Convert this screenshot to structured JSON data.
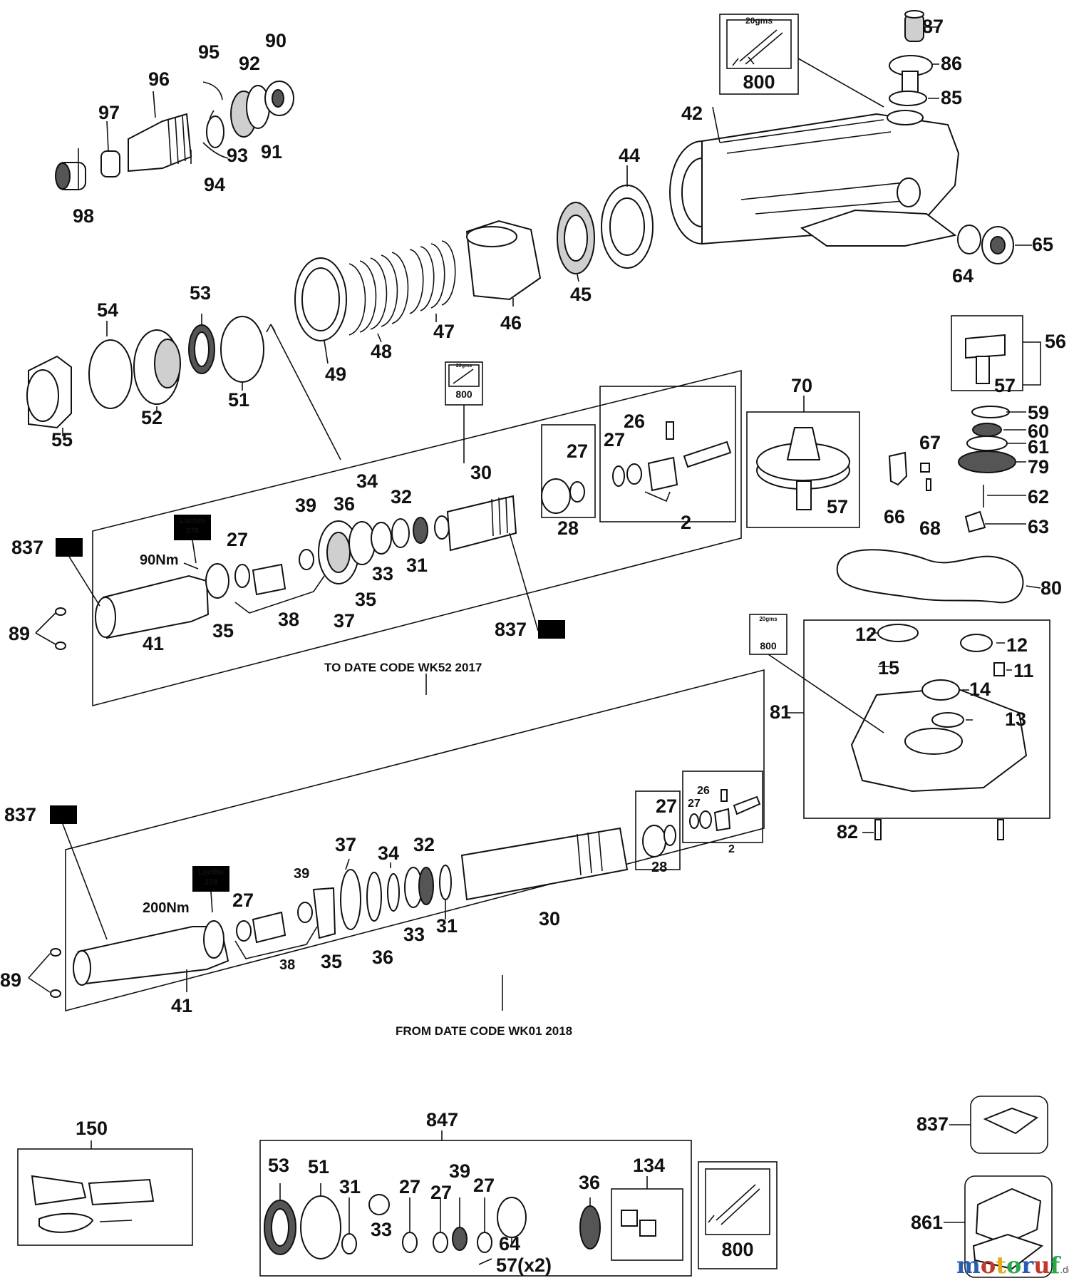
{
  "callouts": {
    "n87": "87",
    "n86": "86",
    "n85": "85",
    "n42": "42",
    "n44": "44",
    "n45": "45",
    "n46": "46",
    "n47": "47",
    "n48": "48",
    "n49": "49",
    "n64": "64",
    "n65": "65",
    "n90": "90",
    "n95": "95",
    "n96": "96",
    "n92": "92",
    "n97": "97",
    "n91": "91",
    "n93": "93",
    "n94": "94",
    "n98": "98",
    "n53": "53",
    "n54": "54",
    "n52": "52",
    "n51": "51",
    "n55": "55",
    "n56": "56",
    "n57a": "57",
    "n59": "59",
    "n60": "60",
    "n61": "61",
    "n79": "79",
    "n67": "67",
    "n62": "62",
    "n66": "66",
    "n68": "68",
    "n63": "63",
    "n70": "70",
    "n57b": "57",
    "n80": "80",
    "n12a": "12",
    "n12b": "12",
    "n15": "15",
    "n11": "11",
    "n14": "14",
    "n13": "13",
    "n81": "81",
    "n82": "82",
    "u30": "30",
    "u26": "26",
    "u27a": "27",
    "u27b": "27",
    "u2": "2",
    "u28": "28",
    "u34": "34",
    "u36": "36",
    "u39": "39",
    "u32": "32",
    "u27c": "27",
    "u33": "33",
    "u31": "31",
    "u35a": "35",
    "u37": "37",
    "u38": "38",
    "u35b": "35",
    "u41": "41",
    "u837a": "837",
    "u837b": "837",
    "u89": "89",
    "l837": "837",
    "l27a": "27",
    "l26": "26",
    "l27b": "27",
    "l2": "2",
    "l28": "28",
    "l37": "37",
    "l34": "34",
    "l32": "32",
    "l39": "39",
    "l27c": "27",
    "l30": "30",
    "l31": "31",
    "l33": "33",
    "l35": "35",
    "l36": "36",
    "l38": "38",
    "l41": "41",
    "l89": "89",
    "b150": "150",
    "b847": "847",
    "b134": "134",
    "b53": "53",
    "b51": "51",
    "b31": "31",
    "b33": "33",
    "b27a": "27",
    "b27b": "27",
    "b39": "39",
    "b27c": "27",
    "b64": "64",
    "b57": "57(x2)",
    "b36": "36",
    "b837": "837",
    "b861": "861"
  },
  "torque_upper": "90Nm",
  "torque_lower": "200Nm",
  "loctite": {
    "line1": "Loctite",
    "line2": "278"
  },
  "grease": {
    "amount": "20gms",
    "code": "800"
  },
  "captions": {
    "upper_assembly": "TO DATE CODE WK52 2017",
    "lower_assembly": "FROM DATE CODE WK01 2018"
  },
  "watermark": {
    "brand": "motoruf",
    "tld": ".de",
    "colors": [
      "#2a5db0",
      "#c0392b",
      "#e6a817",
      "#27a84a",
      "#2a5db0",
      "#c0392b",
      "#27a84a"
    ]
  }
}
